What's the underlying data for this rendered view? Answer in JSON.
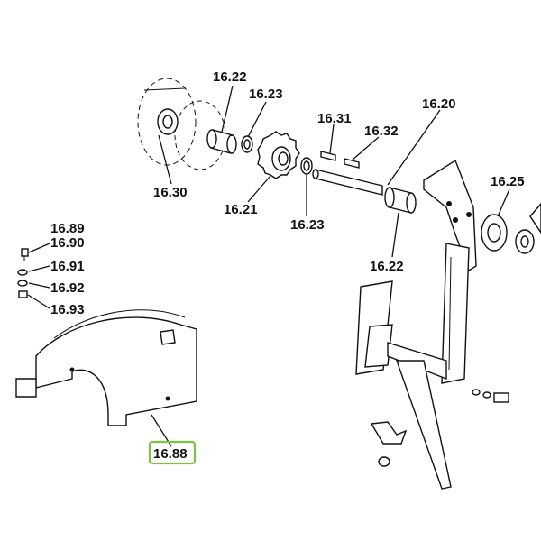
{
  "diagram": {
    "labels": {
      "p16_22_top": "16.22",
      "p16_23_top": "16.23",
      "p16_31": "16.31",
      "p16_20": "16.20",
      "p16_32": "16.32",
      "p16_30": "16.30",
      "p16_21": "16.21",
      "p16_23_bot": "16.23",
      "p16_25": "16.25",
      "p16_22_bot": "16.22",
      "p16_89": "16.89",
      "p16_90": "16.90",
      "p16_91": "16.91",
      "p16_92": "16.92",
      "p16_93": "16.93",
      "p16_88": "16.88"
    },
    "highlight": {
      "color": "#7dc242"
    }
  }
}
